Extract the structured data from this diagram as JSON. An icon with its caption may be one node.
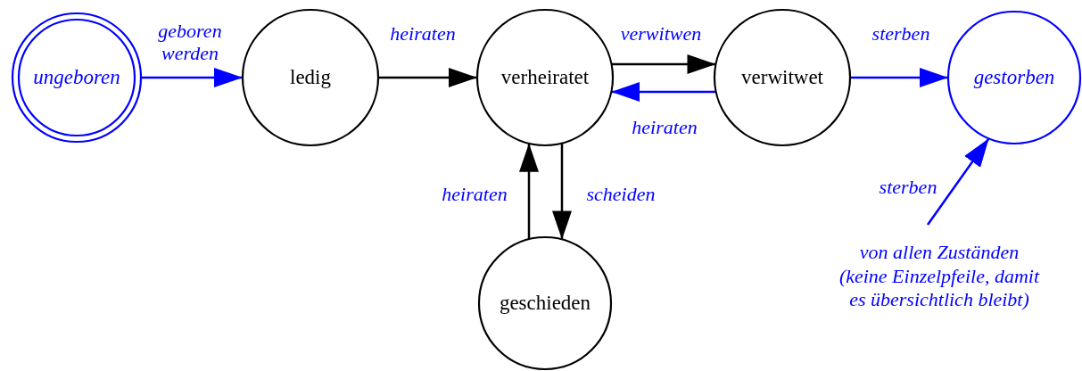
{
  "diagram": {
    "nodes": [
      {
        "text": [
          "ungeboren"
        ]
      },
      {
        "text": [
          "ledig"
        ]
      },
      {
        "text": [
          "verheiratet"
        ]
      },
      {
        "text": [
          "verwitwet"
        ]
      },
      {
        "text": [
          "gestorben"
        ]
      },
      {
        "text": [
          "geschieden"
        ]
      },
      {
        "text": [
          "von allen Zuständen",
          "(keine Einzelpfeile, damit es übersichtlich bleibt)"
        ]
      }
    ],
    "edges": [
      {
        "from": 0,
        "to": 1,
        "arrow": "to",
        "label": "geboren werden",
        "color": "#0000ff"
      },
      {
        "from": 1,
        "to": 2,
        "arrow": "to",
        "label": "heiraten",
        "color": "#000000"
      },
      {
        "from": 2,
        "to": 3,
        "arrow": "to",
        "label": "verwitwen",
        "color": "#000000"
      },
      {
        "from": 3,
        "to": 2,
        "arrow": "to",
        "label": "heiraten",
        "color": "#0000ff"
      },
      {
        "from": 3,
        "to": 4,
        "arrow": "to",
        "label": "sterben",
        "color": "#0000ff"
      },
      {
        "from": 5,
        "to": 2,
        "arrow": "to",
        "label": "heiraten",
        "color": "#000000"
      },
      {
        "from": 2,
        "to": 5,
        "arrow": "to",
        "label": "scheiden",
        "color": "#000000"
      },
      {
        "from": 6,
        "to": 4,
        "arrow": "to",
        "label": "sterben",
        "color": "#0000ff"
      }
    ]
  }
}
